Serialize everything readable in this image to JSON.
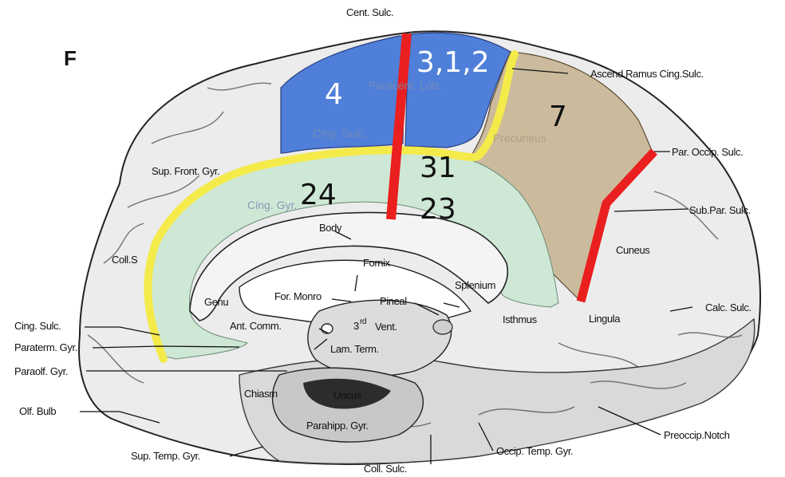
{
  "panel_letter": "F",
  "colors": {
    "area_4": "#4f7fd9",
    "area_312": "#4f7fd9",
    "area_7": "#cbbb9c",
    "cingulate": "#cfe8d6",
    "cingulate_sulcus_line": "#f4ea4a",
    "boundary_line": "#ea1f1f",
    "brain_surface": "#ececec",
    "outline": "#222222"
  },
  "area_numbers": {
    "a4": "4",
    "a312": "3,1,2",
    "a7": "7",
    "a31": "31",
    "a24": "24",
    "a23": "23"
  },
  "labels": {
    "cent_sulc": "Cent. Sulc.",
    "ascend_ramus": "Ascend.Ramus Cing.Sulc.",
    "par_occip": "Par. Occip. Sulc.",
    "sub_par": "Sub.Par. Sulc.",
    "cuneus": "Cuneus",
    "calc_sulc": "Calc. Sulc.",
    "lingula": "Lingula",
    "isthmus": "Isthmus",
    "splenium": "Splenium",
    "pineal": "Pineal",
    "third_vent_sup": "rd",
    "third_vent_3": "3",
    "third_vent": "Vent.",
    "fornix": "Fornix",
    "for_monro": "For. Monro",
    "body": "Body",
    "genu": "Genu",
    "ant_comm": "Ant. Comm.",
    "lam_term": "Lam. Term.",
    "sup_front_gyr": "Sup. Front. Gyr.",
    "coll_s": "Coll.S",
    "cing_sulc_left": "Cing. Sulc.",
    "paraterm_gyr": "Paraterm. Gyr.",
    "paraolf_gyr": "Paraolf. Gyr.",
    "olf_bulb": "Olf. Bulb",
    "chiasm": "Chiasm",
    "uncus": "Uncus",
    "parahipp_gyr": "Parahipp. Gyr.",
    "sup_temp_gyr": "Sup. Temp. Gyr.",
    "coll_sulc": "Coll. Sulc.",
    "occip_temp_gyr": "Occip. Temp. Gyr.",
    "preoccip_notch": "Preoccip.Notch",
    "faint_paracent_lob": "Paracent. Lob.",
    "faint_cing_sulc": "Cing. Sulc.",
    "faint_precuneus": "Precuneus",
    "faint_cing_gyr": "Cing. Gyr."
  }
}
